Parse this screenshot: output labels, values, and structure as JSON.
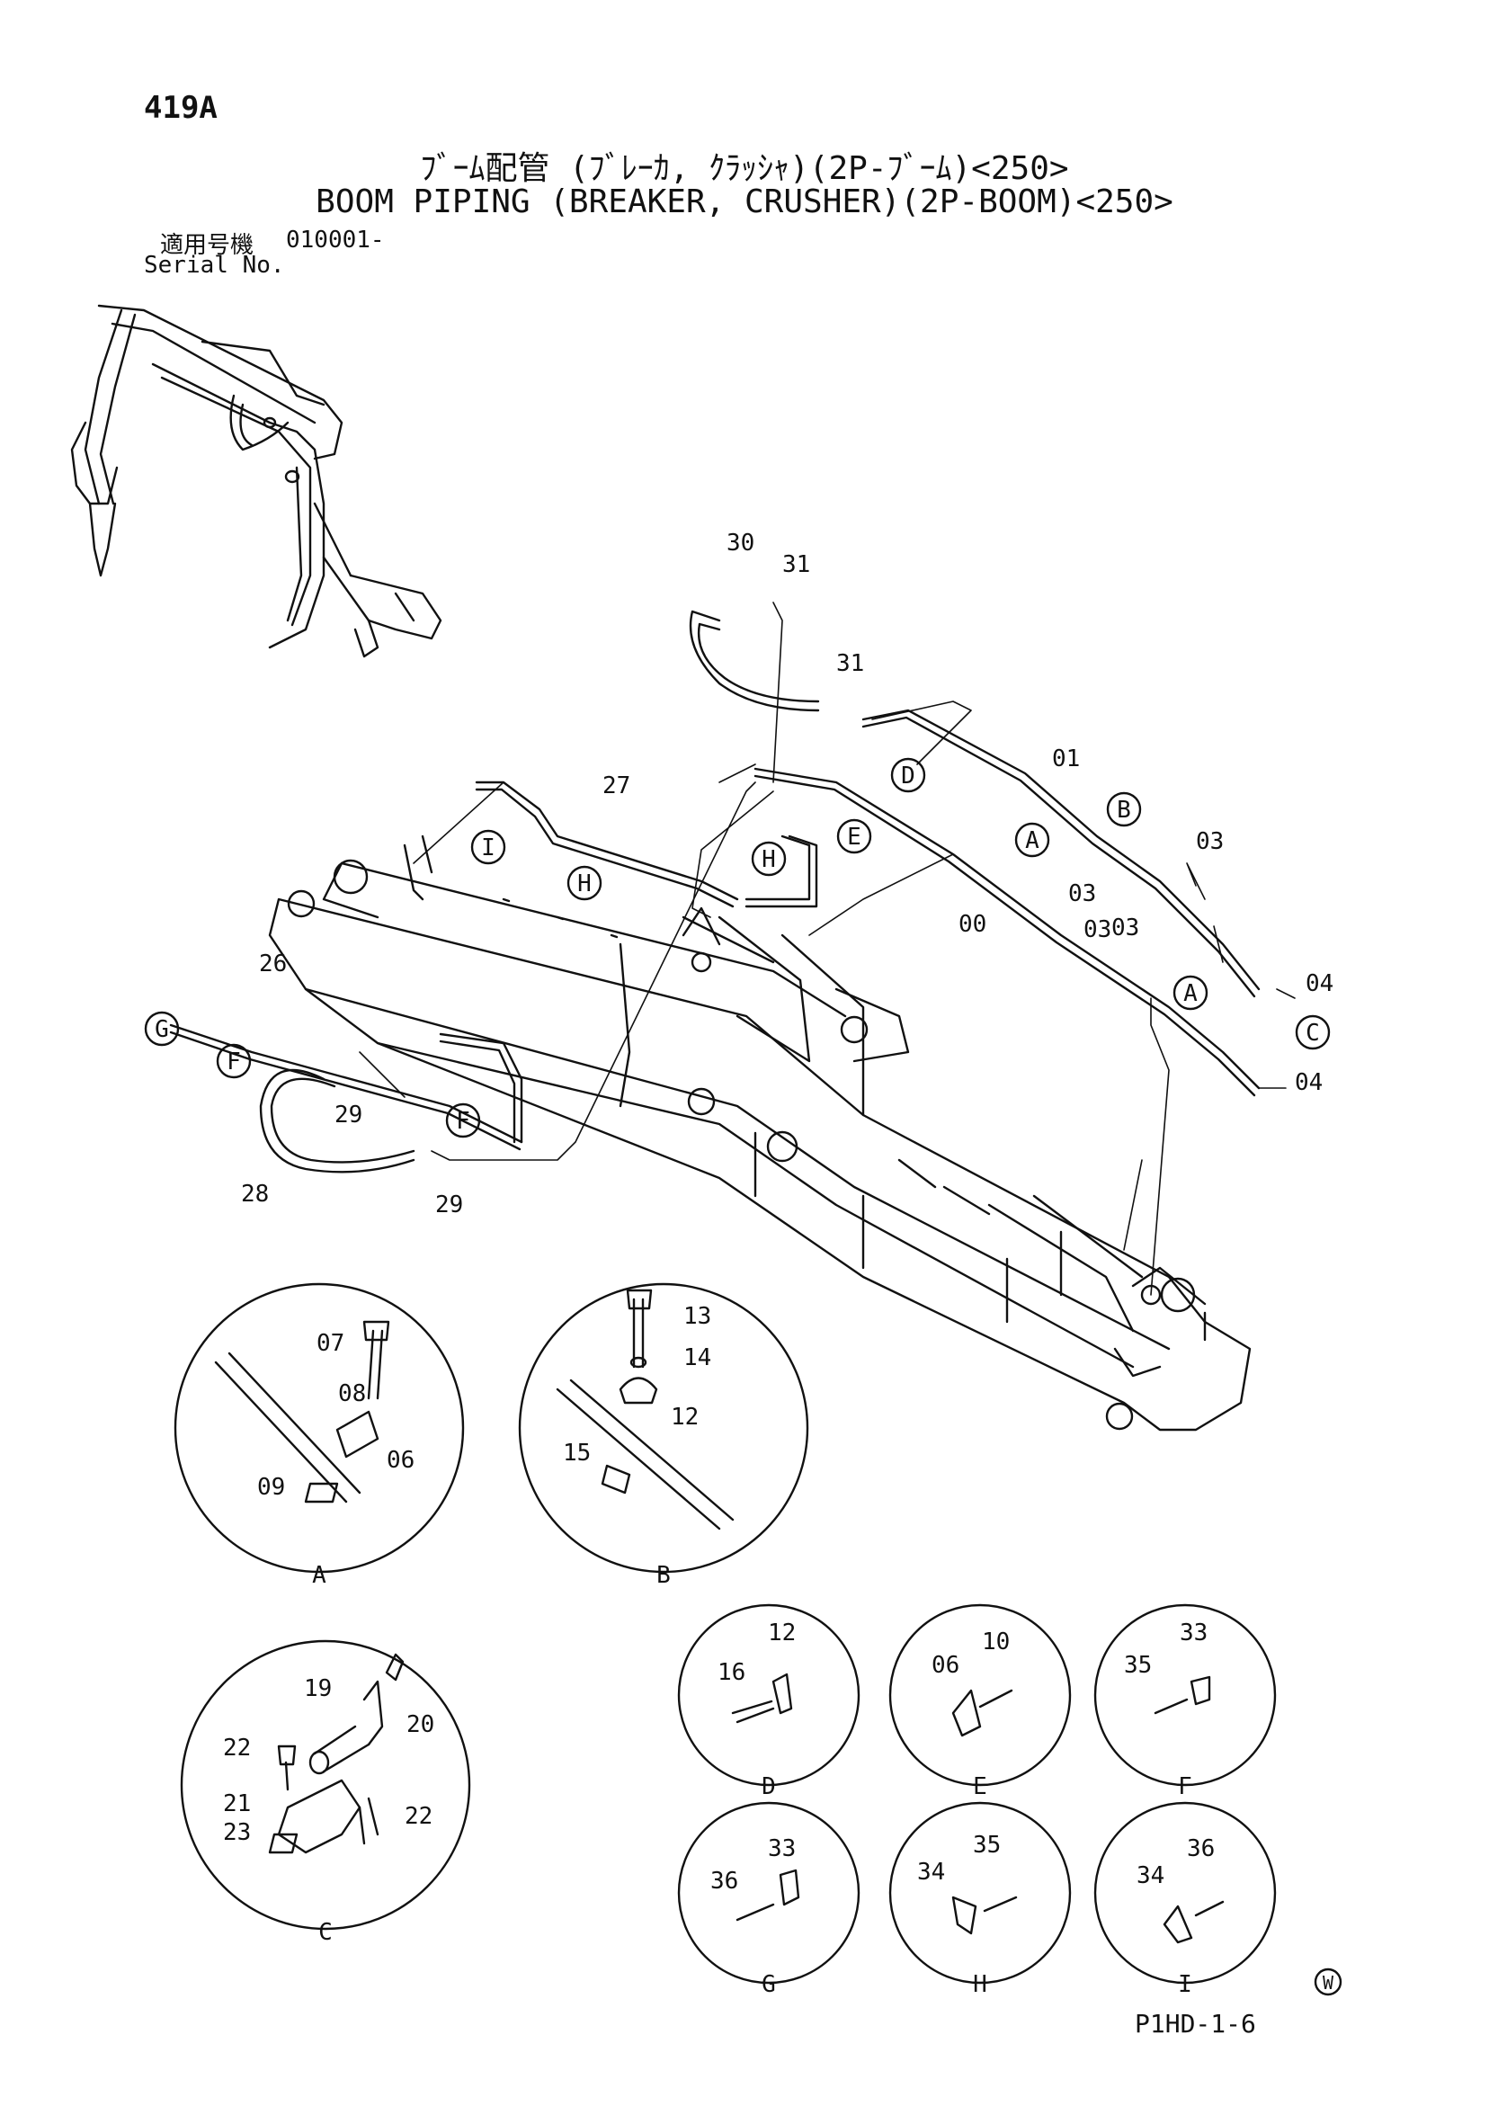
{
  "header": {
    "page_number": "419A",
    "title_jp": "ﾌﾞｰﾑ配管 (ﾌﾞﾚｰｶ, ｸﾗｯｼｬ)(2P-ﾌﾞｰﾑ)<250>",
    "title_en": "BOOM PIPING (BREAKER, CRUSHER)(2P-BOOM)<250>",
    "serial_jp_label": "適用号機",
    "serial_value": "010001-",
    "serial_en_label": "Serial No."
  },
  "callouts": {
    "main": [
      "30",
      "31",
      "31",
      "01",
      "27",
      "03",
      "03",
      "03",
      "03",
      "00",
      "04",
      "04",
      "26",
      "29",
      "29",
      "28"
    ],
    "detail_a": [
      "07",
      "08",
      "06",
      "09"
    ],
    "detail_b": [
      "13",
      "14",
      "12",
      "15"
    ],
    "detail_c": [
      "19",
      "20",
      "22",
      "21",
      "23",
      "22"
    ],
    "detail_d": [
      "12",
      "16"
    ],
    "detail_e": [
      "10",
      "06"
    ],
    "detail_f": [
      "33",
      "35"
    ],
    "detail_g": [
      "33",
      "36"
    ],
    "detail_h": [
      "35",
      "34"
    ],
    "detail_i": [
      "36",
      "34"
    ]
  },
  "view_markers": {
    "main": [
      "D",
      "B",
      "A",
      "I",
      "E",
      "H",
      "H",
      "C",
      "A",
      "G",
      "F",
      "F"
    ],
    "details": [
      "A",
      "B",
      "C",
      "D",
      "E",
      "F",
      "G",
      "H",
      "I"
    ]
  },
  "footer": {
    "figure_code": "P1HD-1-6",
    "mark": "W"
  }
}
